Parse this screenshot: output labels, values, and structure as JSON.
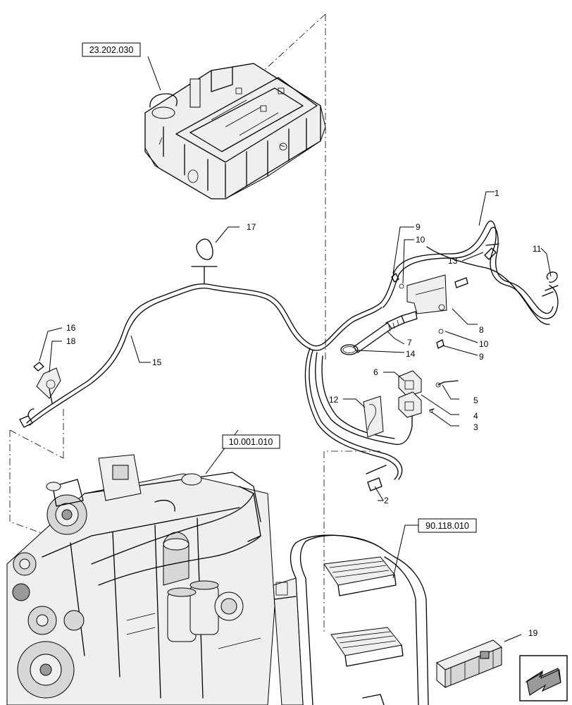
{
  "references": {
    "tank": "23.202.030",
    "engine": "10.001.010",
    "steps": "90.118.010"
  },
  "callouts": {
    "c1": "1",
    "c2": "2",
    "c3": "3",
    "c4": "4",
    "c5": "5",
    "c6": "6",
    "c7": "7",
    "c8": "8",
    "c9a": "9",
    "c9b": "9",
    "c10a": "10",
    "c10b": "10",
    "c11": "11",
    "c12": "12",
    "c13": "13",
    "c14": "14",
    "c15": "15",
    "c16": "16",
    "c17": "17",
    "c18": "18",
    "c19": "19"
  },
  "icons": {
    "nav": "arrow-left-down-icon",
    "kit": "parts-crate-icon"
  }
}
